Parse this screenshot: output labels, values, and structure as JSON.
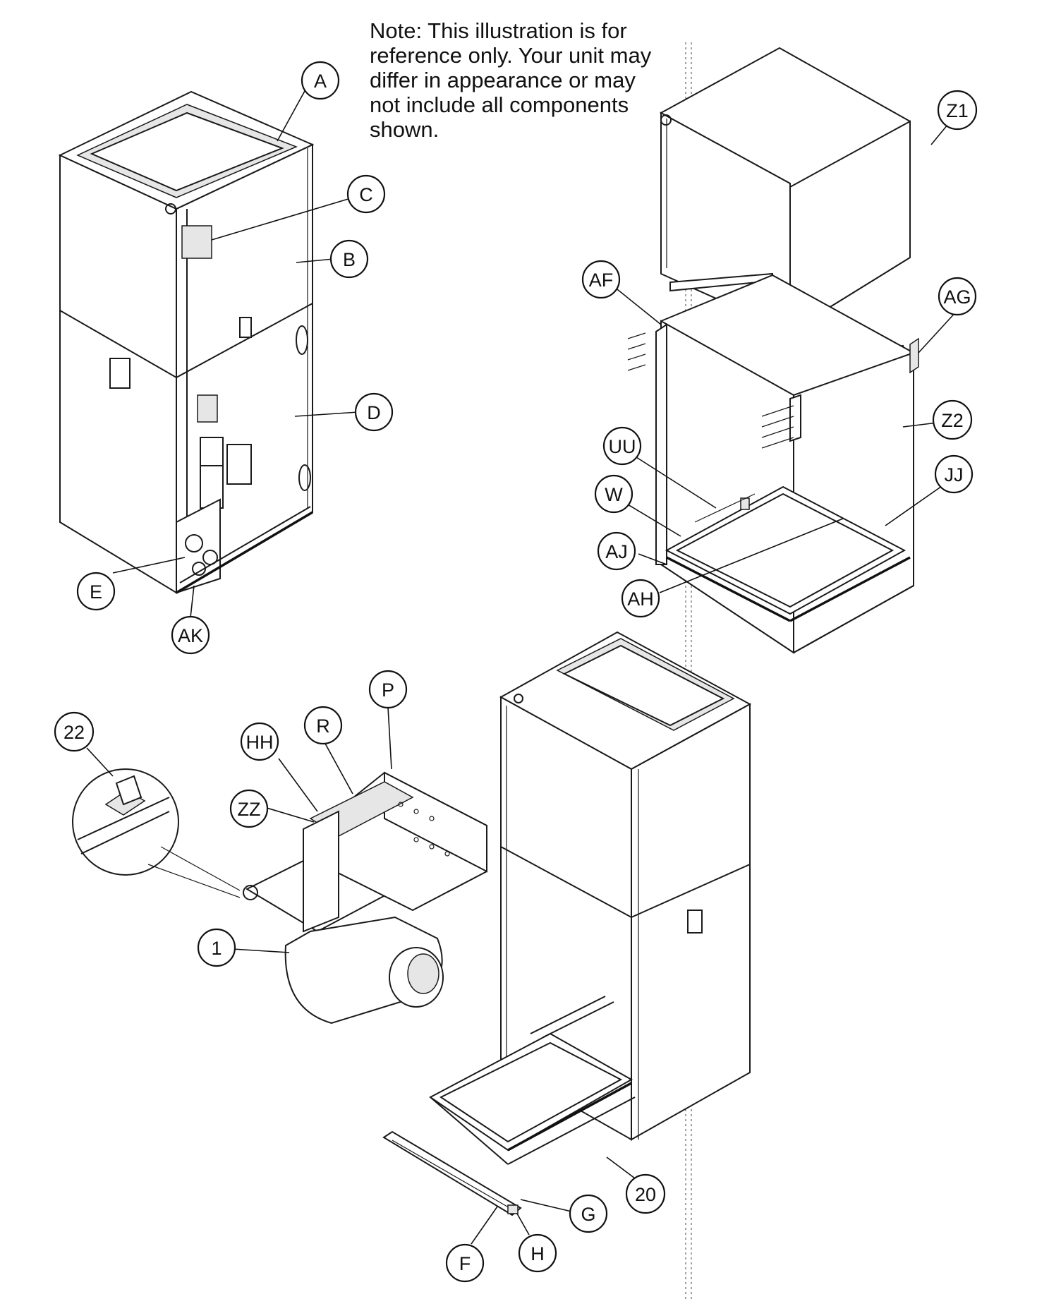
{
  "note": {
    "lines": [
      "Note: This illustration is for",
      "reference only. Your unit may",
      "differ in appearance or may",
      "not include all components",
      "shown."
    ]
  },
  "callouts": {
    "A": "A",
    "B": "B",
    "C": "C",
    "D": "D",
    "E": "E",
    "AK": "AK",
    "Z1": "Z1",
    "AF": "AF",
    "AG": "AG",
    "Z2": "Z2",
    "UU": "UU",
    "JJ": "JJ",
    "W": "W",
    "AJ": "AJ",
    "AH": "AH",
    "P": "P",
    "R": "R",
    "HH": "HH",
    "ZZ": "ZZ",
    "22": "22",
    "1": "1",
    "20": "20",
    "G": "G",
    "F": "F",
    "H": "H"
  }
}
